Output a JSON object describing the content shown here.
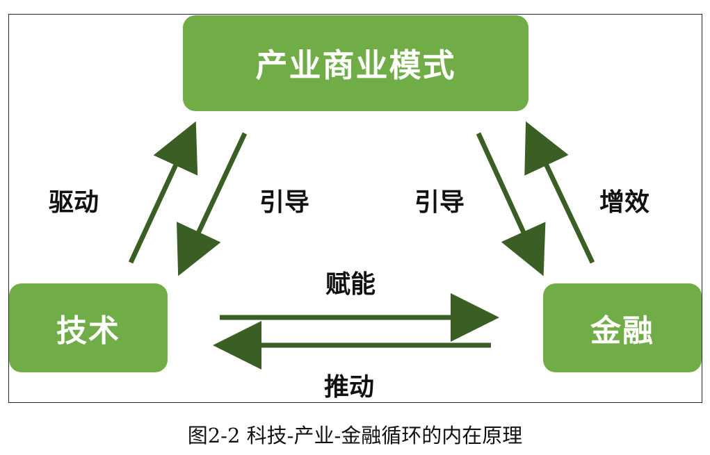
{
  "diagram": {
    "nodes": {
      "top": "产业商业模式",
      "left": "技术",
      "right": "金融"
    },
    "edges": {
      "left_to_top": "驱动",
      "top_to_left": "引导",
      "top_to_right": "引导",
      "right_to_top": "增效",
      "left_to_right": "赋能",
      "right_to_left": "推动"
    },
    "colors": {
      "node_fill": "#70ad47",
      "arrow": "#3a5e24",
      "node_text": "#ffffff"
    }
  },
  "caption": "图2-2 科技-产业-金融循环的内在原理"
}
